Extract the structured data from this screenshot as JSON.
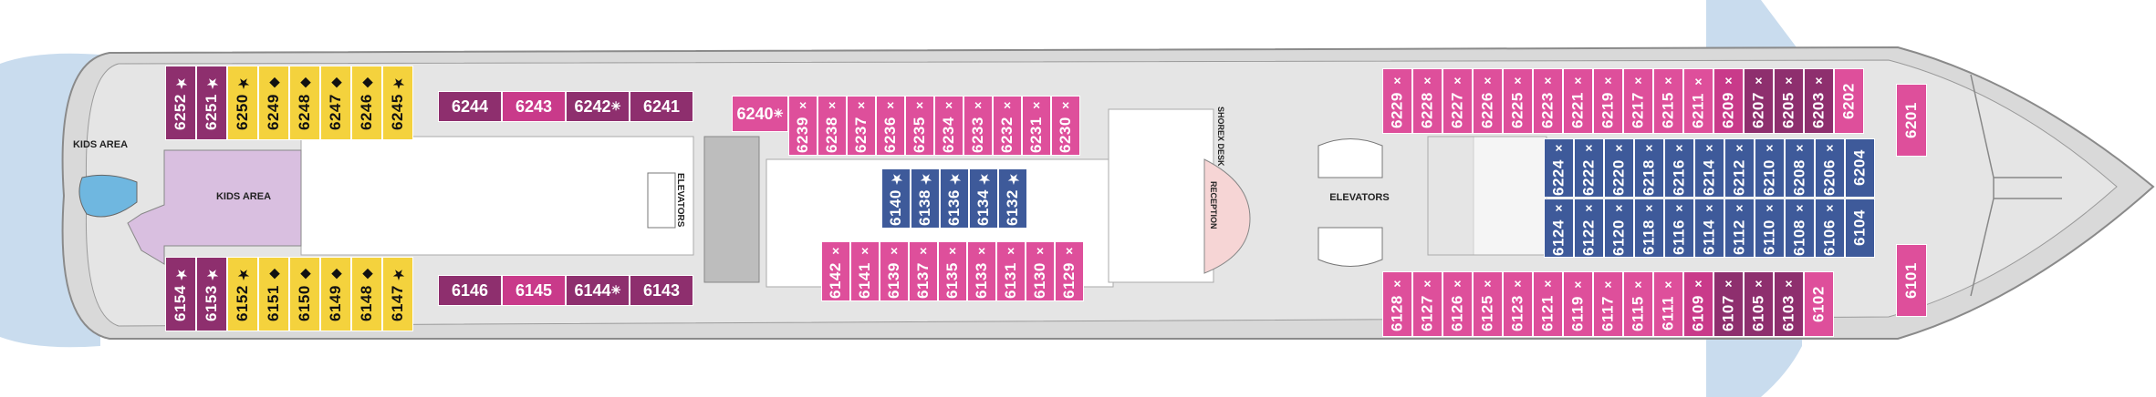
{
  "colors": {
    "water": "#c9dcee",
    "hull": "#d9d9d9",
    "hull_edge": "#8a8a8a",
    "deck": "#e5e5e5",
    "interior": "#ffffff",
    "kids": "#d9bfe0",
    "pool": "#6fb7e0",
    "dark_magenta": "#8e2f6e",
    "magenta": "#c93a8a",
    "pink": "#de4f9b",
    "navy": "#3e5a9a",
    "yellow": "#f4d23d",
    "reception": "#f6d5d5",
    "stair": "#bdbdbd"
  },
  "labels": {
    "kids_area_outside": "KIDS AREA",
    "kids_area_room": "KIDS AREA",
    "elevators_aft": "ELEVATORS",
    "elevators_fwd": "ELEVATORS",
    "shorex_desk": "SHOREX DESK",
    "reception": "RECEPTION"
  },
  "cabin_groups": {
    "aft_top": [
      {
        "num": "6252",
        "tone": "dark_magenta",
        "sym": "★"
      },
      {
        "num": "6251",
        "tone": "dark_magenta",
        "sym": "★"
      },
      {
        "num": "6250",
        "tone": "yellow",
        "sym": "★"
      },
      {
        "num": "6249",
        "tone": "yellow",
        "sym": "◆"
      },
      {
        "num": "6248",
        "tone": "yellow",
        "sym": "◆"
      },
      {
        "num": "6247",
        "tone": "yellow",
        "sym": "◆"
      },
      {
        "num": "6246",
        "tone": "yellow",
        "sym": "◆"
      },
      {
        "num": "6245",
        "tone": "yellow",
        "sym": "★"
      }
    ],
    "aft_bottom": [
      {
        "num": "6154",
        "tone": "dark_magenta",
        "sym": "★"
      },
      {
        "num": "6153",
        "tone": "dark_magenta",
        "sym": "★"
      },
      {
        "num": "6152",
        "tone": "yellow",
        "sym": "★"
      },
      {
        "num": "6151",
        "tone": "yellow",
        "sym": "◆"
      },
      {
        "num": "6150",
        "tone": "yellow",
        "sym": "◆"
      },
      {
        "num": "6149",
        "tone": "yellow",
        "sym": "◆"
      },
      {
        "num": "6148",
        "tone": "yellow",
        "sym": "◆"
      },
      {
        "num": "6147",
        "tone": "yellow",
        "sym": "★"
      }
    ],
    "mid_top_row": [
      {
        "num": "6244",
        "tone": "dark_magenta",
        "sym": ""
      },
      {
        "num": "6243",
        "tone": "magenta",
        "sym": ""
      },
      {
        "num": "6242",
        "tone": "dark_magenta",
        "sym": "✳"
      },
      {
        "num": "6241",
        "tone": "dark_magenta",
        "sym": ""
      }
    ],
    "mid_bottom_row": [
      {
        "num": "6146",
        "tone": "dark_magenta",
        "sym": ""
      },
      {
        "num": "6145",
        "tone": "magenta",
        "sym": ""
      },
      {
        "num": "6144",
        "tone": "dark_magenta",
        "sym": "✳"
      },
      {
        "num": "6143",
        "tone": "dark_magenta",
        "sym": ""
      }
    ],
    "cabin_6240": {
      "num": "6240",
      "tone": "pink",
      "sym": "✳"
    },
    "upper_inside": [
      {
        "num": "6239",
        "tone": "pink",
        "sym": "×"
      },
      {
        "num": "6238",
        "tone": "pink",
        "sym": "×"
      },
      {
        "num": "6237",
        "tone": "pink",
        "sym": "×"
      },
      {
        "num": "6236",
        "tone": "pink",
        "sym": "×"
      },
      {
        "num": "6235",
        "tone": "pink",
        "sym": "×"
      },
      {
        "num": "6234",
        "tone": "pink",
        "sym": "×"
      },
      {
        "num": "6233",
        "tone": "pink",
        "sym": "×"
      },
      {
        "num": "6232",
        "tone": "pink",
        "sym": "×"
      },
      {
        "num": "6231",
        "tone": "pink",
        "sym": "×"
      },
      {
        "num": "6230",
        "tone": "pink",
        "sym": "×"
      }
    ],
    "center_navy": [
      {
        "num": "6140",
        "tone": "navy",
        "sym": "★"
      },
      {
        "num": "6138",
        "tone": "navy",
        "sym": "★"
      },
      {
        "num": "6136",
        "tone": "navy",
        "sym": "★"
      },
      {
        "num": "6134",
        "tone": "navy",
        "sym": "★"
      },
      {
        "num": "6132",
        "tone": "navy",
        "sym": "★"
      }
    ],
    "lower_inside": [
      {
        "num": "6142",
        "tone": "pink",
        "sym": "×"
      },
      {
        "num": "6141",
        "tone": "pink",
        "sym": "×"
      },
      {
        "num": "6139",
        "tone": "pink",
        "sym": "×"
      },
      {
        "num": "6137",
        "tone": "pink",
        "sym": "×"
      },
      {
        "num": "6135",
        "tone": "pink",
        "sym": "×"
      },
      {
        "num": "6133",
        "tone": "pink",
        "sym": "×"
      },
      {
        "num": "6131",
        "tone": "pink",
        "sym": "×"
      },
      {
        "num": "6130",
        "tone": "pink",
        "sym": "×"
      },
      {
        "num": "6129",
        "tone": "pink",
        "sym": "×"
      }
    ],
    "fwd_top": [
      {
        "num": "6229",
        "tone": "pink",
        "sym": "×"
      },
      {
        "num": "6228",
        "tone": "pink",
        "sym": "×"
      },
      {
        "num": "6227",
        "tone": "pink",
        "sym": "×"
      },
      {
        "num": "6226",
        "tone": "pink",
        "sym": "×"
      },
      {
        "num": "6225",
        "tone": "pink",
        "sym": "×"
      },
      {
        "num": "6223",
        "tone": "pink",
        "sym": "×"
      },
      {
        "num": "6221",
        "tone": "pink",
        "sym": "×"
      },
      {
        "num": "6219",
        "tone": "pink",
        "sym": "×"
      },
      {
        "num": "6217",
        "tone": "pink",
        "sym": "×"
      },
      {
        "num": "6215",
        "tone": "pink",
        "sym": "×"
      },
      {
        "num": "6211",
        "tone": "pink",
        "sym": "×"
      },
      {
        "num": "6209",
        "tone": "magenta",
        "sym": "×"
      },
      {
        "num": "6207",
        "tone": "dark_magenta",
        "sym": "×"
      },
      {
        "num": "6205",
        "tone": "dark_magenta",
        "sym": "×"
      },
      {
        "num": "6203",
        "tone": "dark_magenta",
        "sym": "×"
      },
      {
        "num": "6202",
        "tone": "pink",
        "sym": ""
      }
    ],
    "cabin_6201": {
      "num": "6201",
      "tone": "pink",
      "sym": ""
    },
    "fwd_navy_top": [
      {
        "num": "6224",
        "tone": "navy",
        "sym": "×"
      },
      {
        "num": "6222",
        "tone": "navy",
        "sym": "×"
      },
      {
        "num": "6220",
        "tone": "navy",
        "sym": "×"
      },
      {
        "num": "6218",
        "tone": "navy",
        "sym": "×"
      },
      {
        "num": "6216",
        "tone": "navy",
        "sym": "×"
      },
      {
        "num": "6214",
        "tone": "navy",
        "sym": "×"
      },
      {
        "num": "6212",
        "tone": "navy",
        "sym": "×"
      },
      {
        "num": "6210",
        "tone": "navy",
        "sym": "×"
      },
      {
        "num": "6208",
        "tone": "navy",
        "sym": "×"
      },
      {
        "num": "6206",
        "tone": "navy",
        "sym": "×"
      },
      {
        "num": "6204",
        "tone": "navy",
        "sym": ""
      }
    ],
    "fwd_navy_bottom": [
      {
        "num": "6124",
        "tone": "navy",
        "sym": "×"
      },
      {
        "num": "6122",
        "tone": "navy",
        "sym": "×"
      },
      {
        "num": "6120",
        "tone": "navy",
        "sym": "×"
      },
      {
        "num": "6118",
        "tone": "navy",
        "sym": "×"
      },
      {
        "num": "6116",
        "tone": "navy",
        "sym": "×"
      },
      {
        "num": "6114",
        "tone": "navy",
        "sym": "×"
      },
      {
        "num": "6112",
        "tone": "navy",
        "sym": "×"
      },
      {
        "num": "6110",
        "tone": "navy",
        "sym": "×"
      },
      {
        "num": "6108",
        "tone": "navy",
        "sym": "×"
      },
      {
        "num": "6106",
        "tone": "navy",
        "sym": "×"
      },
      {
        "num": "6104",
        "tone": "navy",
        "sym": ""
      }
    ],
    "fwd_bottom": [
      {
        "num": "6128",
        "tone": "pink",
        "sym": "×"
      },
      {
        "num": "6127",
        "tone": "pink",
        "sym": "×"
      },
      {
        "num": "6126",
        "tone": "pink",
        "sym": "×"
      },
      {
        "num": "6125",
        "tone": "pink",
        "sym": "×"
      },
      {
        "num": "6123",
        "tone": "pink",
        "sym": "×"
      },
      {
        "num": "6121",
        "tone": "pink",
        "sym": "×"
      },
      {
        "num": "6119",
        "tone": "pink",
        "sym": "×"
      },
      {
        "num": "6117",
        "tone": "pink",
        "sym": "×"
      },
      {
        "num": "6115",
        "tone": "pink",
        "sym": "×"
      },
      {
        "num": "6111",
        "tone": "pink",
        "sym": "×"
      },
      {
        "num": "6109",
        "tone": "magenta",
        "sym": "×"
      },
      {
        "num": "6107",
        "tone": "dark_magenta",
        "sym": "×"
      },
      {
        "num": "6105",
        "tone": "dark_magenta",
        "sym": "×"
      },
      {
        "num": "6103",
        "tone": "dark_magenta",
        "sym": "×"
      },
      {
        "num": "6102",
        "tone": "pink",
        "sym": ""
      }
    ],
    "cabin_6101": {
      "num": "6101",
      "tone": "pink",
      "sym": ""
    }
  }
}
